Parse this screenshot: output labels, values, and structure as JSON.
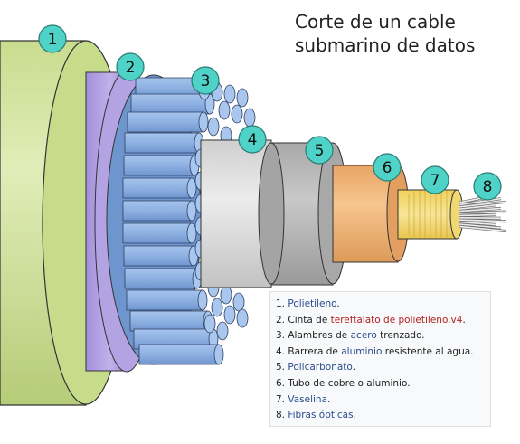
{
  "title": {
    "line1": "Corte de un cable",
    "line2": "submarino de datos"
  },
  "markers": [
    "1",
    "2",
    "3",
    "4",
    "5",
    "6",
    "7",
    "8"
  ],
  "legend": [
    {
      "num": "1.",
      "link": "Polietileno",
      "rest": ".",
      "link_color": "blue"
    },
    {
      "num": "2.",
      "pre": "Cinta de ",
      "link": "tereftalato de polietileno.v4",
      "rest": ".",
      "link_color": "red"
    },
    {
      "num": "3.",
      "pre": "Alambres de ",
      "link": "acero",
      "rest": " trenzado.",
      "link_color": "blue"
    },
    {
      "num": "4.",
      "pre": "Barrera de ",
      "link": "aluminio",
      "rest": " resistente al agua.",
      "link_color": "blue"
    },
    {
      "num": "5.",
      "link": "Policarbonato",
      "rest": ".",
      "link_color": "blue"
    },
    {
      "num": "6.",
      "pre": "Tubo de cobre o aluminio.",
      "link_color": "blue"
    },
    {
      "num": "7.",
      "link": "Vaselina",
      "rest": ".",
      "link_color": "blue"
    },
    {
      "num": "8.",
      "link": "Fibras ópticas",
      "rest": ".",
      "link_color": "blue"
    }
  ],
  "colors": {
    "polyethylene": "#d6e6a6",
    "polyethylene_edge": "#bcd285",
    "pet_tape": "#b6a6e4",
    "steel_wire": "#8fb3e4",
    "aluminum": "#dedede",
    "polycarbonate": "#b9b9b9",
    "copper_tube": "#f0b47a",
    "vaseline": "#f3dc79",
    "fiber": "#eeeeee",
    "marker": "#4fd2c7"
  }
}
